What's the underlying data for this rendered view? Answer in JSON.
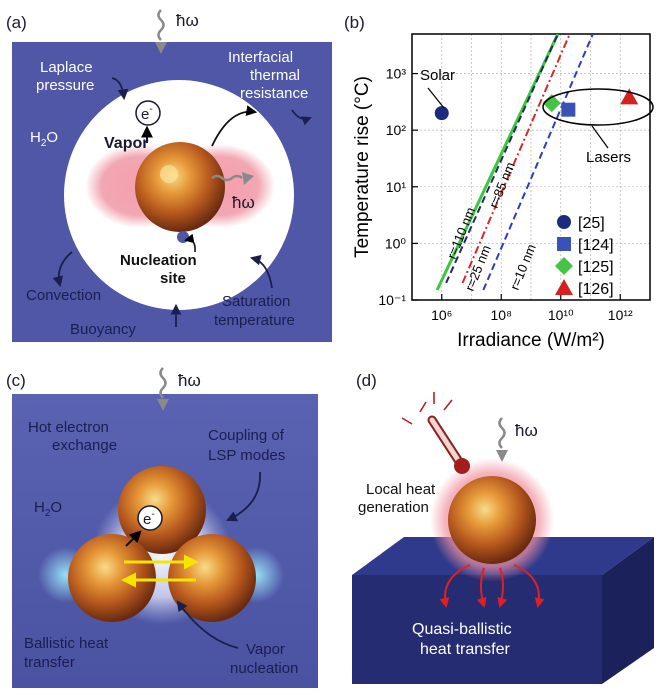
{
  "panels": {
    "a": {
      "letter": "(a)",
      "hbar_omega": "ħω",
      "laplace": [
        "Laplace",
        "pressure"
      ],
      "interfacial": [
        "Interfacial",
        "thermal",
        "resistance"
      ],
      "h2o": "H",
      "h2o_sub": "2",
      "h2o_end": "O",
      "vapor": "Vapor",
      "electron": "e",
      "electron_sup": "-",
      "hbar_omega_out": "ħω",
      "nucleation": [
        "Nucleation",
        "site"
      ],
      "convection": "Convection",
      "buoyancy": "Buoyancy",
      "saturation": [
        "Saturation",
        "temperature"
      ],
      "colors": {
        "bg": "#4f57a6",
        "bubble": "#ffffff",
        "text": "#1a1f4e"
      }
    },
    "b": {
      "letter": "(b)",
      "solar": "Solar",
      "lasers": "Lasers",
      "line_labels": [
        "r=110 nm",
        "r=85 nm",
        "r=25 nm",
        "r=10 nm"
      ]
    },
    "c": {
      "letter": "(c)",
      "hbar_omega": "ħω",
      "hot_electron": [
        "Hot electron",
        "exchange"
      ],
      "coupling": [
        "Coupling of",
        "LSP modes"
      ],
      "h2o": "H",
      "h2o_sub": "2",
      "h2o_end": "O",
      "electron": "e",
      "electron_sup": "-",
      "ballistic": [
        "Ballistic heat",
        "transfer"
      ],
      "vapor_nucleation": [
        "Vapor",
        "nucleation"
      ]
    },
    "d": {
      "letter": "(d)",
      "hbar_omega": "ħω",
      "local_heat": [
        "Local heat",
        "generation"
      ],
      "quasi": [
        "Quasi-ballistic",
        "heat transfer"
      ],
      "colors": {
        "box_top": "#303a8c",
        "box_front": "#252c72",
        "box_side": "#1b215a"
      }
    }
  },
  "chart_data": {
    "type": "scatter",
    "title": "",
    "xlabel": "Irradiance (W/m²)",
    "ylabel": "Temperature rise (°C)",
    "xscale": "log",
    "yscale": "log",
    "xlim": [
      100000,
      10000000000000
    ],
    "ylim": [
      0.1,
      5000
    ],
    "x_ticks": [
      1000000,
      100000000,
      10000000000,
      1000000000000
    ],
    "x_tick_labels": [
      "10⁶",
      "10⁸",
      "10¹⁰",
      "10¹²"
    ],
    "y_ticks": [
      0.1,
      1,
      10,
      100,
      1000
    ],
    "y_tick_labels": [
      "10⁻¹",
      "10⁰",
      "10¹",
      "10²",
      "10³"
    ],
    "grid": true,
    "legend_position": "right",
    "series": [
      {
        "name": "[25]",
        "marker": "circle",
        "color": "#1c2a80",
        "points": [
          [
            1000000,
            200
          ]
        ]
      },
      {
        "name": "[124]",
        "marker": "square",
        "color": "#3852b8",
        "points": [
          [
            18000000000,
            230
          ]
        ]
      },
      {
        "name": "[125]",
        "marker": "diamond",
        "color": "#44c344",
        "points": [
          [
            5000000000,
            300
          ]
        ]
      },
      {
        "name": "[126]",
        "marker": "triangle",
        "color": "#d62020",
        "points": [
          [
            2000000000000,
            380
          ]
        ]
      }
    ],
    "lines": [
      {
        "label": "r=110 nm",
        "style": "solid",
        "color": "#3cc83c",
        "points": [
          [
            700000,
            0.15
          ],
          [
            8000000000,
            5000
          ]
        ]
      },
      {
        "label": "r=85 nm",
        "style": "dashed",
        "color": "#202a66",
        "points": [
          [
            1400000,
            0.2
          ],
          [
            8000000000,
            5000
          ]
        ]
      },
      {
        "label": "r=25 nm",
        "style": "dashdot",
        "color": "#d62828",
        "points": [
          [
            5000000,
            0.2
          ],
          [
            20000000000,
            5000
          ]
        ]
      },
      {
        "label": "r=10 nm",
        "style": "dashed",
        "color": "#2c3cc0",
        "points": [
          [
            25000000,
            0.15
          ],
          [
            120000000000,
            5000
          ]
        ]
      }
    ]
  }
}
